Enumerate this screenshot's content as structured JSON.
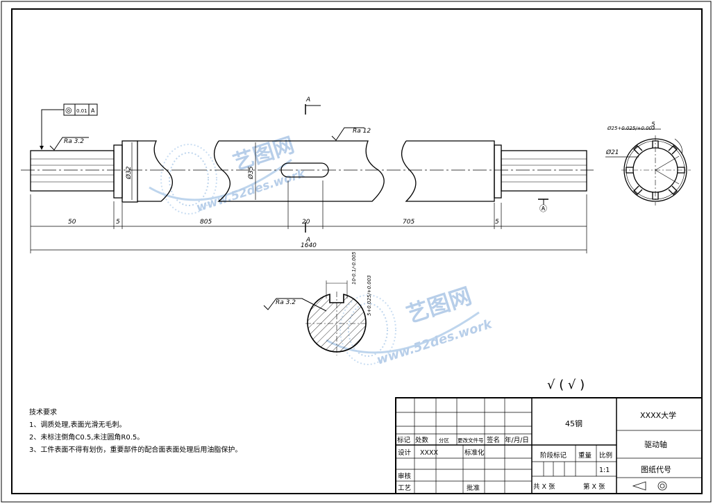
{
  "watermark": {
    "brand": "艺图网",
    "url": "www.52des.work"
  },
  "datum_label": "Ⓐ",
  "section_mark": "A",
  "tolerance_frame": {
    "symbol": "◎",
    "value": "0.01",
    "datum": "A"
  },
  "roughness": {
    "left": "Ra 3.2",
    "middle": "Ra 12",
    "section": "Ra 3.2",
    "general": "√ ( √ )"
  },
  "diameters": {
    "shoulder": "Ø32",
    "body": "Ø35",
    "spline_outer": "Ø25+0.025/+0.003",
    "spline_inner": "Ø21"
  },
  "dimensions": {
    "d50": "50",
    "d5a": "5",
    "d805": "805",
    "d20": "20",
    "d705": "705",
    "d5b": "5",
    "total": "1640",
    "spline_width": "5"
  },
  "section_dims": {
    "key_width": "10-0.1/-0.005",
    "key_depth": "5+0.025/+0.003"
  },
  "notes": {
    "title": "技术要求",
    "items": [
      "1、调质处理,表面光滑无毛刺。",
      "2、未标注倒角C0.5,未注圆角R0.5。",
      "3、工件表面不得有划伤，重要部件的配合面表面处理后用油脂保护。"
    ]
  },
  "title_block": {
    "hdr_mark": "标记",
    "hdr_count": "处数",
    "hdr_zone": "分区",
    "hdr_doc": "更改文件号",
    "hdr_sign": "签名",
    "hdr_date": "年/月/日",
    "design": "设计",
    "designer": "XXXX",
    "standard": "标准化",
    "review": "审核",
    "process": "工艺",
    "approve": "批准",
    "material": "45钢",
    "stage": "阶段标记",
    "weight": "重量",
    "scale_label": "比例",
    "scale": "1:1",
    "sheets_total": "共 X 张",
    "sheet_no": "第 X 张",
    "school": "XXXX大学",
    "part_name": "驱动轴",
    "drawing_no": "图纸代号"
  }
}
